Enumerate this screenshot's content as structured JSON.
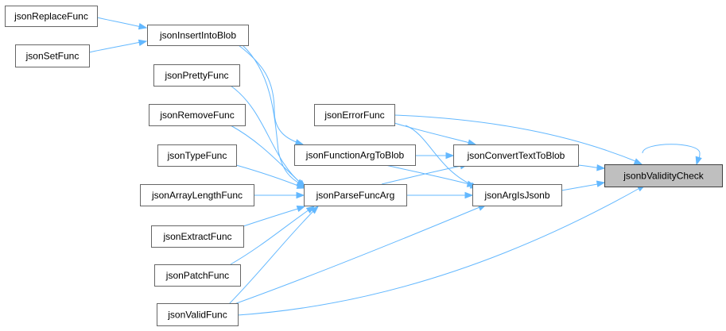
{
  "graph": {
    "nodes": [
      {
        "id": "jsonReplaceFunc",
        "label": "jsonReplaceFunc"
      },
      {
        "id": "jsonSetFunc",
        "label": "jsonSetFunc"
      },
      {
        "id": "jsonInsertIntoBlob",
        "label": "jsonInsertIntoBlob"
      },
      {
        "id": "jsonPrettyFunc",
        "label": "jsonPrettyFunc"
      },
      {
        "id": "jsonRemoveFunc",
        "label": "jsonRemoveFunc"
      },
      {
        "id": "jsonTypeFunc",
        "label": "jsonTypeFunc"
      },
      {
        "id": "jsonArrayLengthFunc",
        "label": "jsonArrayLengthFunc"
      },
      {
        "id": "jsonExtractFunc",
        "label": "jsonExtractFunc"
      },
      {
        "id": "jsonPatchFunc",
        "label": "jsonPatchFunc"
      },
      {
        "id": "jsonValidFunc",
        "label": "jsonValidFunc"
      },
      {
        "id": "jsonErrorFunc",
        "label": "jsonErrorFunc"
      },
      {
        "id": "jsonFunctionArgToBlob",
        "label": "jsonFunctionArgToBlob"
      },
      {
        "id": "jsonParseFuncArg",
        "label": "jsonParseFuncArg"
      },
      {
        "id": "jsonConvertTextToBlob",
        "label": "jsonConvertTextToBlob"
      },
      {
        "id": "jsonArgIsJsonb",
        "label": "jsonArgIsJsonb"
      },
      {
        "id": "jsonbValidityCheck",
        "label": "jsonbValidityCheck",
        "highlight": true
      }
    ],
    "edges": [
      {
        "from": "jsonReplaceFunc",
        "to": "jsonInsertIntoBlob"
      },
      {
        "from": "jsonSetFunc",
        "to": "jsonInsertIntoBlob"
      },
      {
        "from": "jsonInsertIntoBlob",
        "to": "jsonFunctionArgToBlob"
      },
      {
        "from": "jsonInsertIntoBlob",
        "to": "jsonParseFuncArg"
      },
      {
        "from": "jsonPrettyFunc",
        "to": "jsonParseFuncArg"
      },
      {
        "from": "jsonRemoveFunc",
        "to": "jsonParseFuncArg"
      },
      {
        "from": "jsonTypeFunc",
        "to": "jsonParseFuncArg"
      },
      {
        "from": "jsonArrayLengthFunc",
        "to": "jsonParseFuncArg"
      },
      {
        "from": "jsonExtractFunc",
        "to": "jsonParseFuncArg"
      },
      {
        "from": "jsonPatchFunc",
        "to": "jsonParseFuncArg"
      },
      {
        "from": "jsonValidFunc",
        "to": "jsonParseFuncArg"
      },
      {
        "from": "jsonValidFunc",
        "to": "jsonArgIsJsonb"
      },
      {
        "from": "jsonValidFunc",
        "to": "jsonbValidityCheck"
      },
      {
        "from": "jsonErrorFunc",
        "to": "jsonConvertTextToBlob"
      },
      {
        "from": "jsonErrorFunc",
        "to": "jsonArgIsJsonb"
      },
      {
        "from": "jsonErrorFunc",
        "to": "jsonbValidityCheck"
      },
      {
        "from": "jsonFunctionArgToBlob",
        "to": "jsonConvertTextToBlob"
      },
      {
        "from": "jsonFunctionArgToBlob",
        "to": "jsonArgIsJsonb"
      },
      {
        "from": "jsonParseFuncArg",
        "to": "jsonConvertTextToBlob"
      },
      {
        "from": "jsonParseFuncArg",
        "to": "jsonArgIsJsonb"
      },
      {
        "from": "jsonConvertTextToBlob",
        "to": "jsonbValidityCheck"
      },
      {
        "from": "jsonArgIsJsonb",
        "to": "jsonbValidityCheck"
      },
      {
        "from": "jsonbValidityCheck",
        "to": "jsonbValidityCheck"
      }
    ]
  },
  "colors": {
    "edge": "#63b8ff",
    "node_border": "#666666",
    "node_fill": "#ffffff",
    "highlight_fill": "#bfbfbf",
    "highlight_border": "#404040"
  }
}
